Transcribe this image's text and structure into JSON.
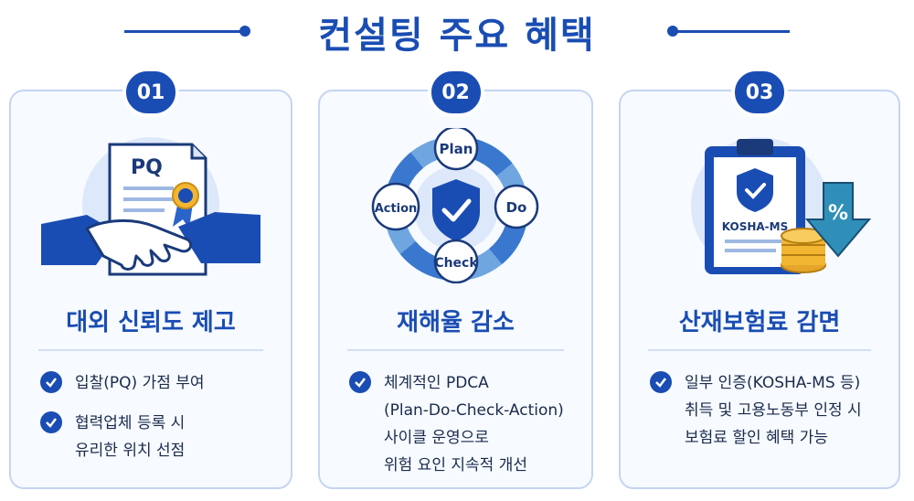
{
  "header": {
    "title": "컨설팅 주요 혜택"
  },
  "cards": [
    {
      "number": "01",
      "illustration": {
        "doc_label": "PQ",
        "icons": [
          "document-icon",
          "handshake-icon",
          "award-ribbon-icon"
        ]
      },
      "title": "대외 신뢰도 제고",
      "items": [
        "입찰(PQ) 가점 부여",
        "협력업체 등록 시\n유리한 위치 선점"
      ]
    },
    {
      "number": "02",
      "illustration": {
        "cycle": [
          "Plan",
          "Do",
          "Check",
          "Action"
        ],
        "icons": [
          "shield-check-icon",
          "cycle-arrows-icon"
        ]
      },
      "title": "재해율 감소",
      "items": [
        "체계적인 PDCA\n(Plan-Do-Check-Action)\n사이클 운영으로\n위험 요인 지속적 개선"
      ]
    },
    {
      "number": "03",
      "illustration": {
        "clipboard_label": "KOSHA-MS",
        "arrow_label": "%",
        "icons": [
          "clipboard-icon",
          "shield-check-icon",
          "coins-icon",
          "down-arrow-percent-icon"
        ]
      },
      "title": "산재보험료 감면",
      "items": [
        "일부 인증(KOSHA-MS 등)\n취득 및 고용노동부 인정 시\n보험료 할인 혜택 가능"
      ]
    }
  ],
  "colors": {
    "primary": "#1a4db3",
    "card_border": "#c5d5f2",
    "card_bg": "#f7faff",
    "icon_bg": "#dde8fa",
    "coin": "#f2b632"
  }
}
